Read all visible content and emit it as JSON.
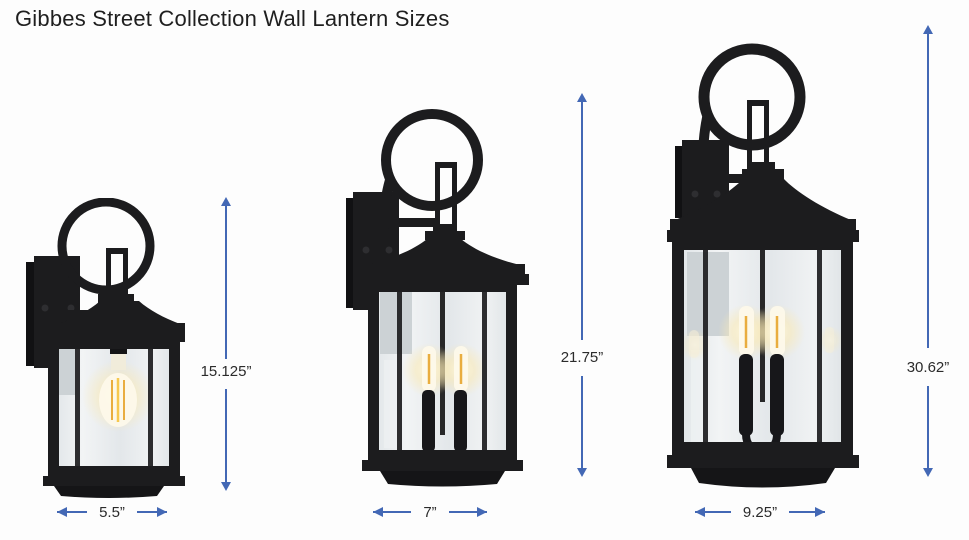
{
  "title": "Gibbes Street Collection Wall Lantern Sizes",
  "lanterns": [
    {
      "height_label": "15.125”",
      "width_label": "5.5”"
    },
    {
      "height_label": "21.75”",
      "width_label": "7”"
    },
    {
      "height_label": "30.62”",
      "width_label": "9.25”"
    }
  ],
  "colors": {
    "dimension_arrow": "#4368b5",
    "label_text": "#2b2b2b",
    "lantern_black": "#1c1c1e",
    "background": "#fdfdfd"
  }
}
